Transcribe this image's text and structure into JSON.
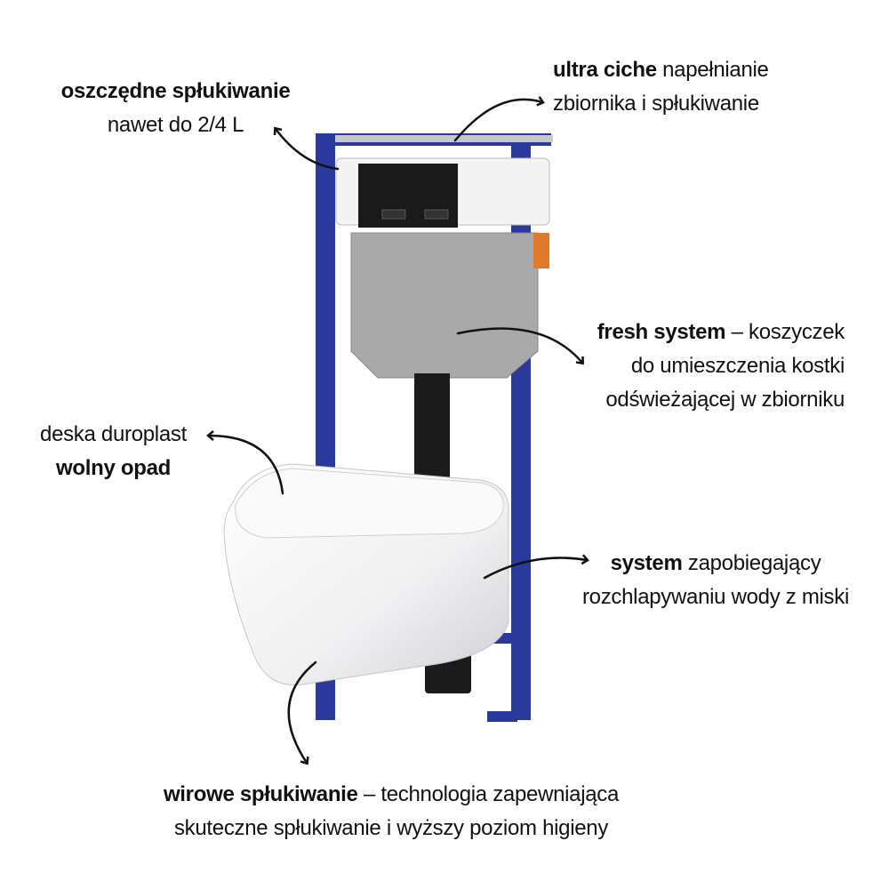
{
  "colors": {
    "frame": "#2a3a9c",
    "tank_body": "#a9a9a9",
    "plate": "#1a1a1a",
    "text": "#111111"
  },
  "labels": {
    "flush_saving": {
      "bold": "oszczędne spłukiwanie",
      "line2": "nawet do 2/4 L"
    },
    "quiet": {
      "bold": "ultra ciche",
      "rest": " napełnianie",
      "line2": "zbiornika i spłukiwanie"
    },
    "fresh": {
      "bold": "fresh system",
      "rest": " – koszyczek",
      "line2": "do umieszczenia kostki",
      "line3": "odświeżającej w zbiorniku"
    },
    "seat": {
      "line1": "deska duroplast",
      "bold": "wolny opad"
    },
    "splash": {
      "bold": "system",
      "rest": " zapobiegający",
      "line2": "rozchlapywaniu wody z miski"
    },
    "vortex": {
      "bold": "wirowe spłukiwanie",
      "rest": " – technologia zapewniająca",
      "line2": "skuteczne spłukiwanie i wyższy poziom higieny"
    }
  }
}
